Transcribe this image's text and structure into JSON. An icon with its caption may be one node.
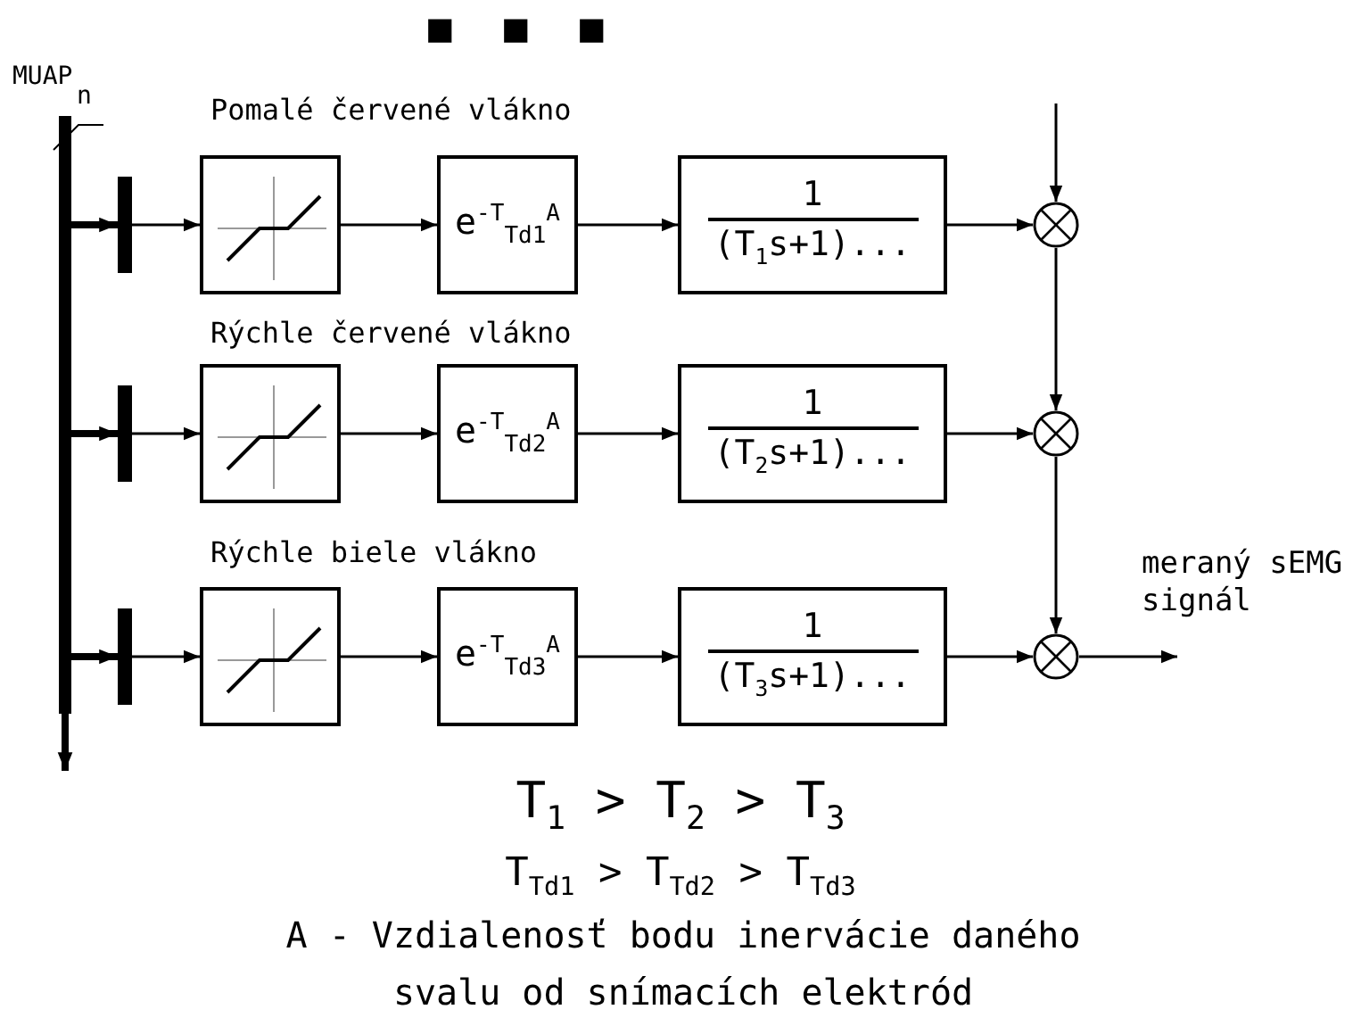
{
  "diagram": {
    "nodes": [
      {
        "text": [
          "MUAP"
        ],
        "beside": [
          "n"
        ]
      },
      {
        "text": [],
        "shape": "bar"
      },
      {
        "text": [],
        "shape": "picture"
      },
      {
        "text": [
          "e$^{-T}$$_{Td1}$$^{A}$"
        ]
      },
      {
        "text": [
          "1",
          "(T$_{1}$s+1)..."
        ]
      },
      {
        "text": [],
        "shape": "circle"
      },
      {
        "text": [],
        "shape": "bar"
      },
      {
        "text": [],
        "shape": "picture"
      },
      {
        "text": [
          "e$^{-T}$$_{Td2}$$^{A}$"
        ]
      },
      {
        "text": [
          "1",
          "(T$_{2}$s+1)..."
        ]
      },
      {
        "text": [],
        "shape": "circle"
      },
      {
        "text": [],
        "shape": "bar"
      },
      {
        "text": [],
        "shape": "picture"
      },
      {
        "text": [
          "e$^{-T}$$_{Td3}$$^{A}$"
        ]
      },
      {
        "text": [
          "1",
          "(T$_{3}$s+1)..."
        ]
      },
      {
        "text": [],
        "shape": "circle"
      }
    ],
    "edges": [
      {
        "from": 0,
        "to": 1,
        "arrow": "to",
        "style": "thick"
      },
      {
        "from": 1,
        "to": 2,
        "arrow": "to"
      },
      {
        "from": 2,
        "to": 3,
        "arrow": "to"
      },
      {
        "from": 3,
        "to": 4,
        "arrow": "to"
      },
      {
        "from": 4,
        "to": 5,
        "arrow": "to"
      },
      {
        "from": null,
        "to": 5,
        "arrow": "to"
      },
      {
        "from": 0,
        "to": 6,
        "arrow": "to",
        "style": "thick"
      },
      {
        "from": 6,
        "to": 7,
        "arrow": "to"
      },
      {
        "from": 7,
        "to": 8,
        "arrow": "to"
      },
      {
        "from": 8,
        "to": 9,
        "arrow": "to"
      },
      {
        "from": 9,
        "to": 10,
        "arrow": "to"
      },
      {
        "from": 5,
        "to": 10,
        "arrow": "to"
      },
      {
        "from": 0,
        "to": 11,
        "arrow": "to",
        "style": "thick"
      },
      {
        "from": 11,
        "to": 12,
        "arrow": "to"
      },
      {
        "from": 12,
        "to": 13,
        "arrow": "to"
      },
      {
        "from": 13,
        "to": 14,
        "arrow": "to"
      },
      {
        "from": 14,
        "to": 15,
        "arrow": "to"
      },
      {
        "from": 10,
        "to": 15,
        "arrow": "to"
      },
      {
        "from": 15,
        "to": null,
        "arrow": "to",
        "label": "meraný sEMG signál"
      },
      {
        "from": 0,
        "to": null,
        "arrow": "to",
        "style": "thick"
      }
    ],
    "labels": [
      "■ ■ ■",
      "Pomalé červené vlákno",
      "Rýchle červené vlákno",
      "Rýchle biele vlákno",
      "T$_{1}$ > T$_{2}$ > T$_{3}$",
      "T$_{Td1}$ > T$_{Td2}$ > T$_{Td3}$",
      "A - Vzdialenosť bodu inervácie daného svalu od snímacích elektród"
    ]
  }
}
